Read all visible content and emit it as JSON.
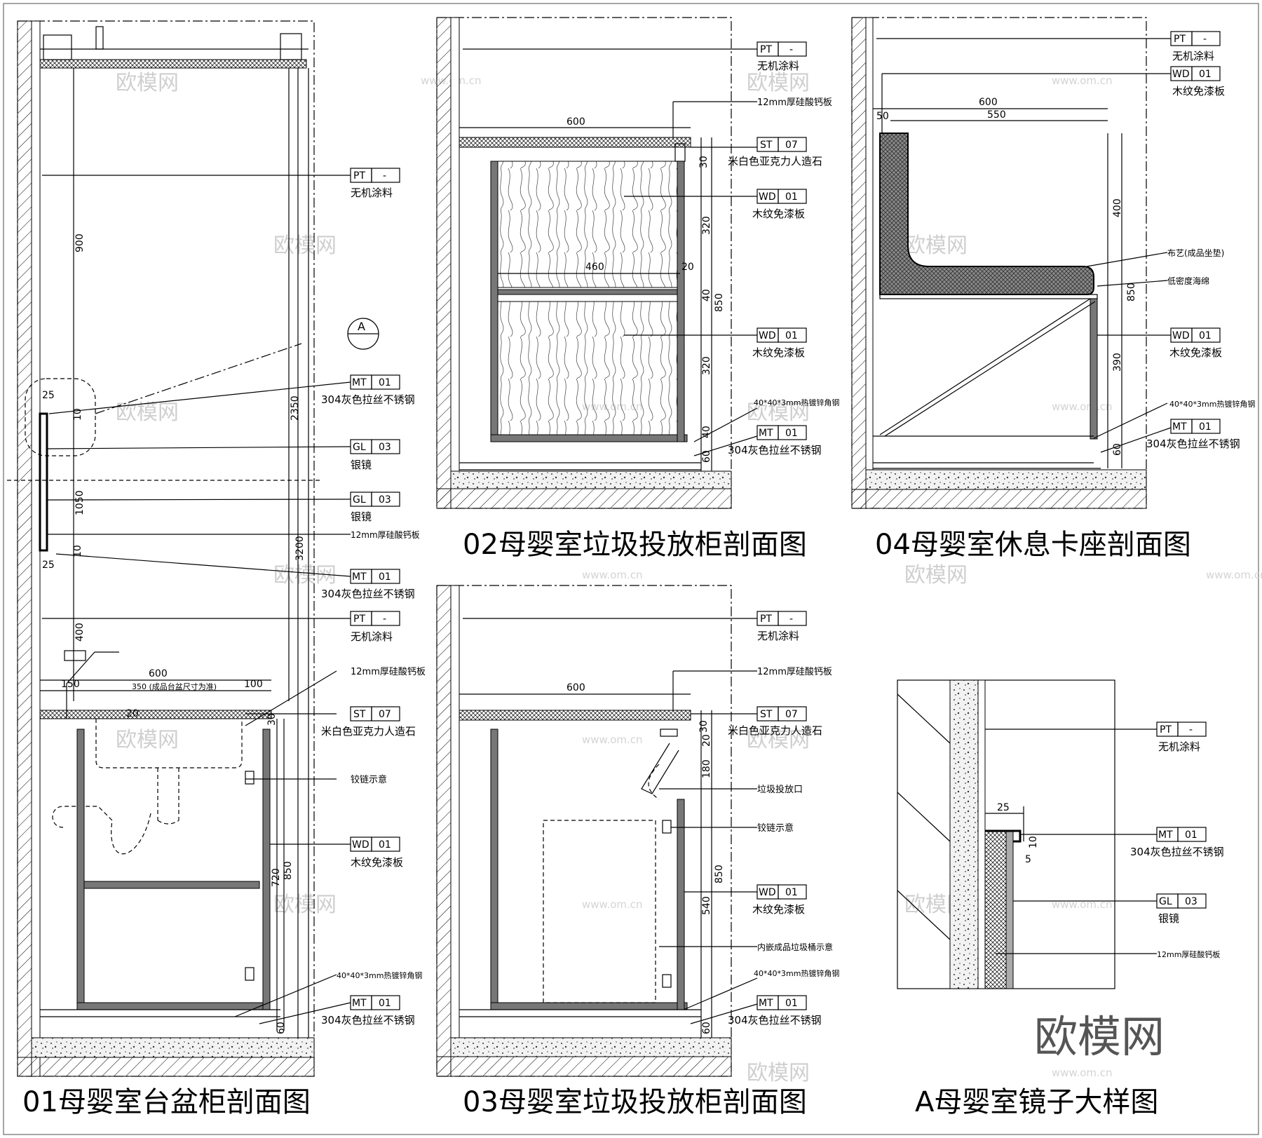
{
  "titles": {
    "s01": "01母婴室台盆柜剖面图",
    "s02": "02母婴室垃圾投放柜剖面图",
    "s03": "03母婴室垃圾投放柜剖面图",
    "s04": "04母婴室休息卡座剖面图",
    "sA": "A母婴室镜子大样图"
  },
  "callout_A": "A",
  "tag_dash": "-",
  "materials": {
    "pt": {
      "code": "PT",
      "name": "无机涂料"
    },
    "st07": {
      "code": "ST",
      "num": "07",
      "name": "米白色亚克力人造石"
    },
    "wd01": {
      "code": "WD",
      "num": "01",
      "name": "木纹免漆板"
    },
    "mt01": {
      "code": "MT",
      "num": "01",
      "name": "304灰色拉丝不锈钢"
    },
    "gl03": {
      "code": "GL",
      "num": "03",
      "name": "银镜"
    }
  },
  "notes": {
    "board12": "12mm厚硅酸钙板",
    "angle_steel": "40*40*3mm热镀锌角钢",
    "hinge": "铰链示意",
    "fabric": "布艺(成品坐垫)",
    "foam": "低密度海绵",
    "drop_opening": "垃圾投放口",
    "bin": "内嵌成品垃圾桶示意"
  },
  "dims": {
    "s01": {
      "d900": "900",
      "d2350": "2350",
      "d3200": "3200",
      "d1050": "1050",
      "d400": "400",
      "d600": "600",
      "d150": "150",
      "d350": "350 (成品台盆尺寸为准)",
      "d100": "100",
      "d20": "20",
      "d30": "30",
      "d720": "720",
      "d850": "850",
      "d60": "60",
      "d25a": "25",
      "d10a": "10",
      "d25b": "25",
      "d10b": "10"
    },
    "s02": {
      "d600": "600",
      "d460": "460",
      "d20": "20",
      "d30": "30",
      "d320a": "320",
      "d320b": "320",
      "d40a": "40",
      "d40b": "40",
      "d850": "850",
      "d60": "60"
    },
    "s03": {
      "d600": "600",
      "d30": "30",
      "d20": "20",
      "d180": "180",
      "d540": "540",
      "d850": "850",
      "d60": "60"
    },
    "s04": {
      "d50": "50",
      "d600": "600",
      "d550": "550",
      "d400": "400",
      "d850": "850",
      "d390": "390",
      "d60": "60"
    },
    "sA": {
      "d25": "25",
      "d10": "10",
      "d5": "5"
    }
  },
  "watermark": {
    "cn": "欧模网",
    "url": "www.om.cn"
  },
  "brand": "欧模网"
}
